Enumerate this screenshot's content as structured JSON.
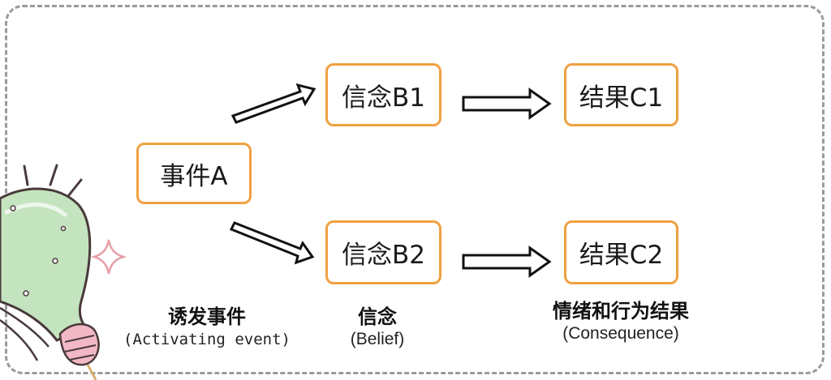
{
  "nodes": {
    "event_a": "事件A",
    "belief_b1": "信念B1",
    "result_c1": "结果C1",
    "belief_b2": "信念B2",
    "result_c2": "结果C2"
  },
  "labels": {
    "activating_zh": "诱发事件",
    "activating_en": "(Activating event)",
    "belief_zh": "信念",
    "belief_en": "(Belief)",
    "consequence_zh": "情绪和行为结果",
    "consequence_en": "(Consequence)"
  },
  "colors": {
    "node_border": "#f0a141",
    "frame": "#9a9a9a",
    "bulb_fill": "#c4e4bf",
    "bulb_stroke": "#4a3a3a",
    "sparkle": "#e6a0a8",
    "bulb_base": "#f2b8c6"
  },
  "icons": [
    "light-bulb-icon",
    "sparkle-icon"
  ]
}
